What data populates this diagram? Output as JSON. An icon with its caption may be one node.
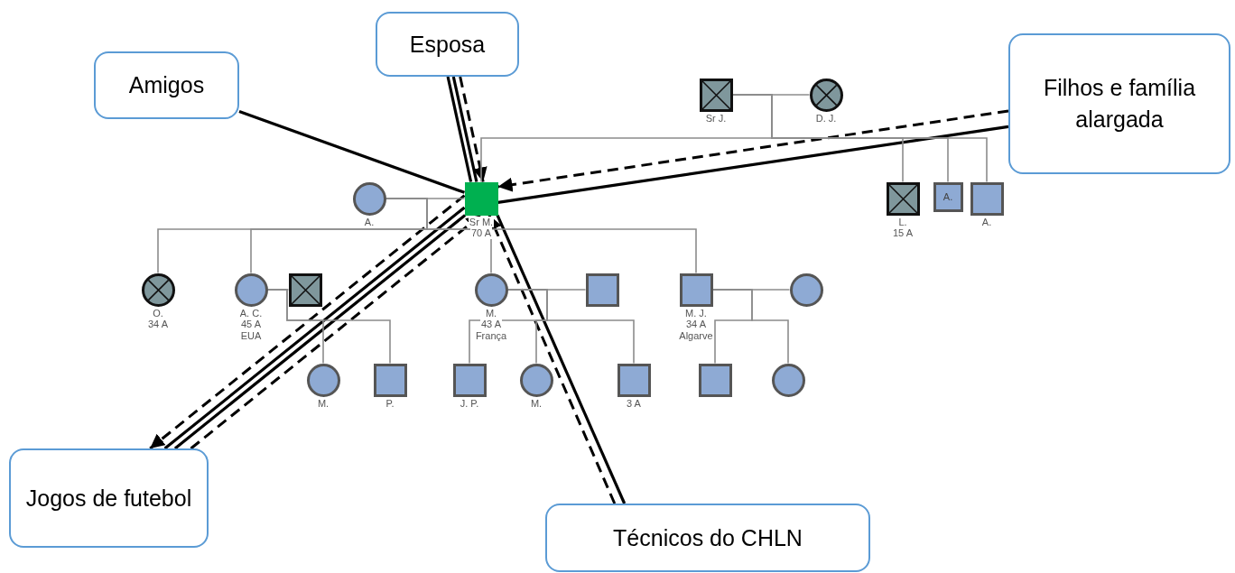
{
  "diagram": {
    "nodes": [
      {
        "text": [
          "Esposa"
        ]
      },
      {
        "text": [
          "Amigos"
        ]
      },
      {
        "text": [
          "Filhos e família alargada"
        ]
      },
      {
        "text": [],
        "shape": "box",
        "beside": [
          "Sr J."
        ]
      },
      {
        "text": [],
        "shape": "circle",
        "beside": [
          "D. J."
        ]
      },
      {
        "text": [],
        "shape": "circle",
        "beside": [
          "A."
        ]
      },
      {
        "text": [],
        "shape": "box",
        "beside": [
          "Sr M.",
          "70 A"
        ]
      },
      {
        "text": [],
        "shape": "box",
        "beside": [
          "L.",
          "15 A"
        ]
      },
      {
        "text": [
          "A."
        ]
      },
      {
        "text": [],
        "shape": "box",
        "beside": [
          "A."
        ]
      },
      {
        "text": [],
        "shape": "circle",
        "beside": [
          "O.",
          "34 A"
        ]
      },
      {
        "text": [],
        "shape": "circle",
        "beside": [
          "A. C.",
          "45 A",
          "EUA"
        ]
      },
      {
        "text": [],
        "shape": "box"
      },
      {
        "text": [],
        "shape": "circle",
        "beside": [
          "M.",
          "43 A",
          "França"
        ]
      },
      {
        "text": [],
        "shape": "box"
      },
      {
        "text": [],
        "shape": "box",
        "beside": [
          "M. J.",
          "34 A",
          "Algarve"
        ]
      },
      {
        "text": [],
        "shape": "circle"
      },
      {
        "text": [],
        "shape": "circle",
        "beside": [
          "M."
        ]
      },
      {
        "text": [],
        "shape": "box",
        "beside": [
          "P."
        ]
      },
      {
        "text": [],
        "shape": "box",
        "beside": [
          "J. P."
        ]
      },
      {
        "text": [],
        "shape": "circle",
        "beside": [
          "M."
        ]
      },
      {
        "text": [],
        "shape": "box",
        "beside": [
          "3 A"
        ]
      },
      {
        "text": [],
        "shape": "box"
      },
      {
        "text": [],
        "shape": "circle"
      },
      {
        "text": [
          "Jogos de futebol"
        ]
      },
      {
        "text": [
          "Técnicos do CHLN"
        ]
      }
    ],
    "edges": [
      {
        "from": 1,
        "to": 6,
        "arrow": "none",
        "color": "#000000"
      },
      {
        "from": 0,
        "to": 6,
        "arrow": "none",
        "color": "#000000"
      },
      {
        "from": 0,
        "to": 6,
        "arrow": "none",
        "color": "#000000"
      },
      {
        "from": 0,
        "to": 6,
        "arrow": "to",
        "style": "dashed",
        "color": "#000000"
      },
      {
        "from": 2,
        "to": 6,
        "arrow": "none",
        "color": "#000000"
      },
      {
        "from": 2,
        "to": 6,
        "arrow": "to",
        "style": "dashed",
        "color": "#000000"
      },
      {
        "from": 6,
        "to": 24,
        "arrow": "to",
        "style": "dashed",
        "color": "#000000"
      },
      {
        "from": 24,
        "to": 6,
        "arrow": "none",
        "color": "#000000"
      },
      {
        "from": 24,
        "to": 6,
        "arrow": "none",
        "color": "#000000"
      },
      {
        "from": 24,
        "to": 6,
        "arrow": "to",
        "style": "dashed",
        "color": "#000000"
      },
      {
        "from": 25,
        "to": 6,
        "arrow": "none",
        "color": "#000000"
      },
      {
        "from": 25,
        "to": 6,
        "arrow": "to",
        "style": "dashed",
        "color": "#000000"
      },
      {
        "from": 3,
        "to": 4,
        "arrow": "none"
      },
      {
        "from": 3,
        "to": 6,
        "arrow": "none"
      },
      {
        "from": 3,
        "to": 7,
        "arrow": "none"
      },
      {
        "from": 3,
        "to": 8,
        "arrow": "none"
      },
      {
        "from": 3,
        "to": 9,
        "arrow": "none"
      },
      {
        "from": 5,
        "to": 6,
        "arrow": "none"
      },
      {
        "from": 5,
        "to": 10,
        "arrow": "none"
      },
      {
        "from": 5,
        "to": 11,
        "arrow": "none"
      },
      {
        "from": 5,
        "to": 13,
        "arrow": "none"
      },
      {
        "from": 5,
        "to": 15,
        "arrow": "none"
      },
      {
        "from": 11,
        "to": 12,
        "arrow": "none"
      },
      {
        "from": 11,
        "to": 17,
        "arrow": "none"
      },
      {
        "from": 11,
        "to": 18,
        "arrow": "none"
      },
      {
        "from": 13,
        "to": 14,
        "arrow": "none"
      },
      {
        "from": 13,
        "to": 19,
        "arrow": "none"
      },
      {
        "from": 13,
        "to": 20,
        "arrow": "none"
      },
      {
        "from": 13,
        "to": 21,
        "arrow": "none"
      },
      {
        "from": 15,
        "to": 16,
        "arrow": "none"
      },
      {
        "from": 15,
        "to": 22,
        "arrow": "none"
      },
      {
        "from": 15,
        "to": 23,
        "arrow": "none"
      }
    ]
  }
}
